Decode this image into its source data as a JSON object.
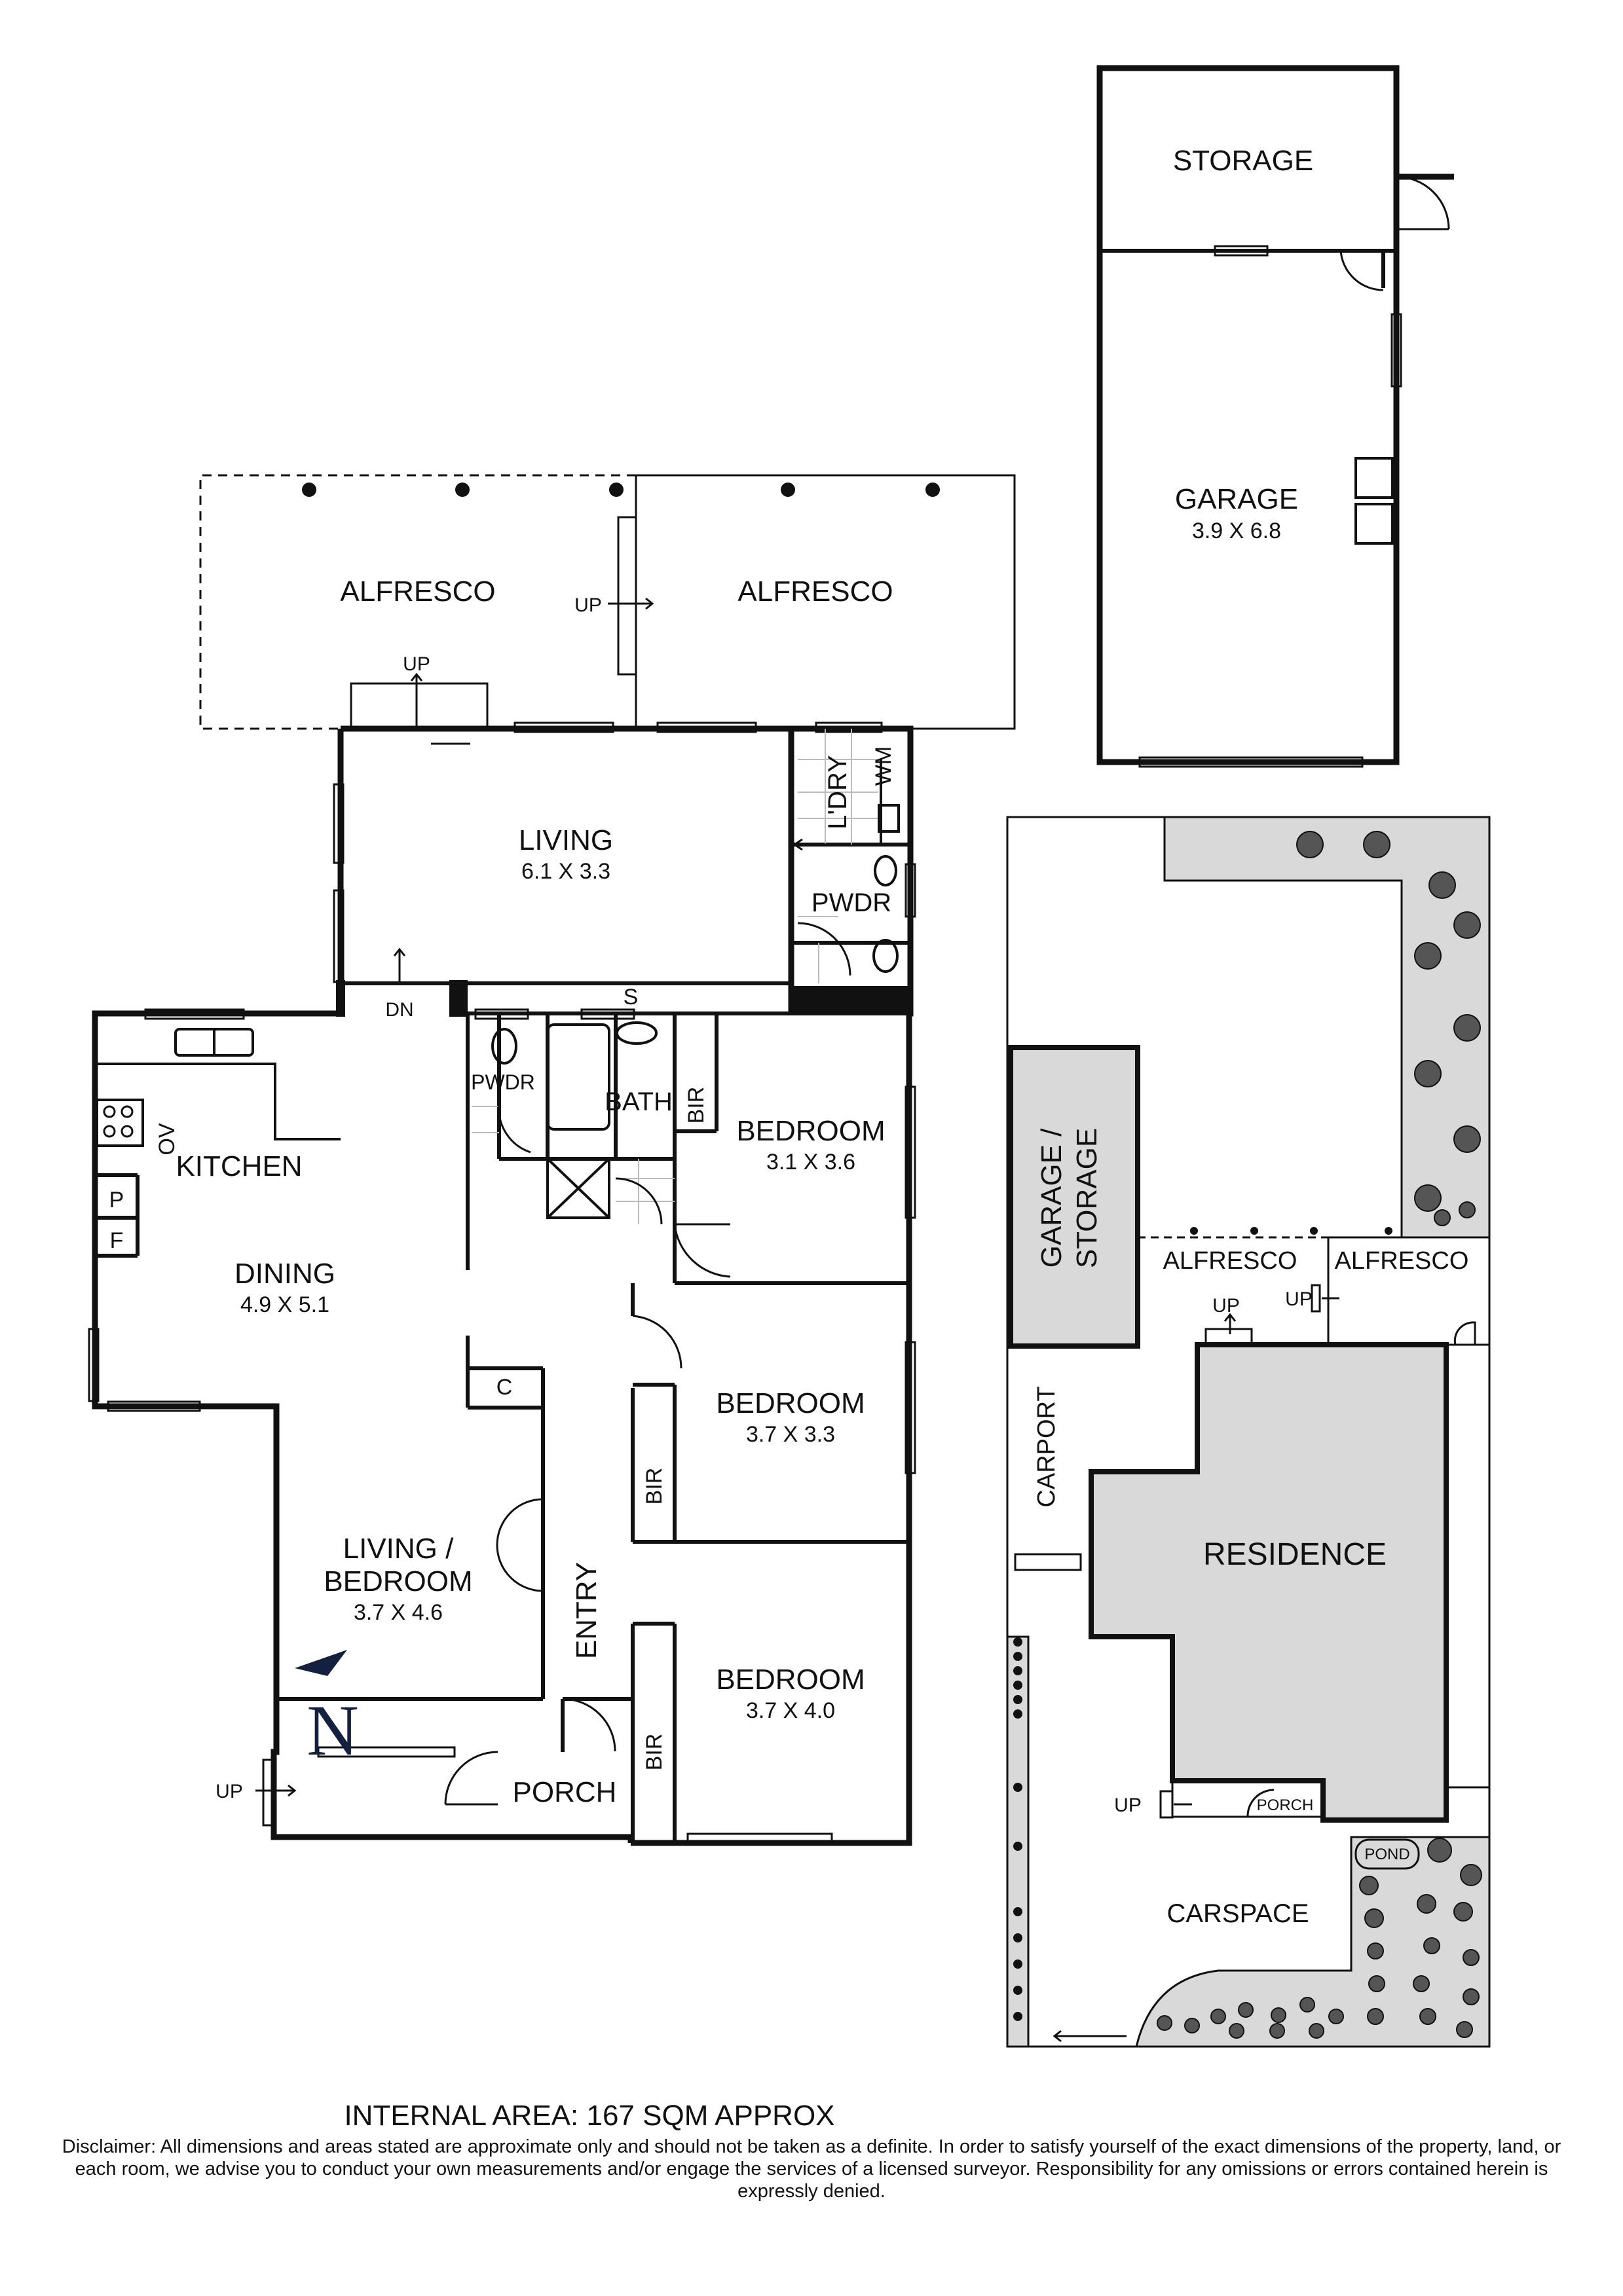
{
  "main_plan": {
    "alfresco_left": "ALFRESCO",
    "alfresco_right": "ALFRESCO",
    "up_alfresco": "UP",
    "up_living": "UP",
    "living": {
      "name": "LIVING",
      "dims": "6.1 X 3.3"
    },
    "laundry": "L'DRY",
    "wm": "WM",
    "pwdr_upper": "PWDR",
    "dn": "DN",
    "s": "S",
    "pwdr_lower": "PWDR",
    "bath": "BATH",
    "bir_1": "BIR",
    "bedroom_1": {
      "name": "BEDROOM",
      "dims": "3.1 X 3.6"
    },
    "ov": "OV",
    "kitchen": "KITCHEN",
    "p": "P",
    "f": "F",
    "dining": {
      "name": "DINING",
      "dims": "4.9 X 5.1"
    },
    "c": "C",
    "bedroom_2": {
      "name": "BEDROOM",
      "dims": "3.7 X 3.3"
    },
    "bir_2": "BIR",
    "living_bedroom": {
      "line1": "LIVING /",
      "line2": "BEDROOM",
      "dims": "3.7 X 4.6"
    },
    "entry": "ENTRY",
    "bedroom_3": {
      "name": "BEDROOM",
      "dims": "3.7 X 4.0"
    },
    "bir_3": "BIR",
    "porch": "PORCH",
    "up_porch": "UP"
  },
  "garage_plan": {
    "storage": "STORAGE",
    "garage": {
      "name": "GARAGE",
      "dims": "3.9 X 6.8"
    }
  },
  "site_plan": {
    "garage_storage_line1": "GARAGE /",
    "garage_storage_line2": "STORAGE",
    "alfresco_left": "ALFRESCO",
    "alfresco_right": "ALFRESCO",
    "up_alfresco": "UP",
    "up_residence": "UP",
    "carport": "CARPORT",
    "residence": "RESIDENCE",
    "up_porch": "UP",
    "porch": "PORCH",
    "pond": "POND",
    "carspace": "CARSPACE"
  },
  "compass": "N",
  "internal_area": "INTERNAL AREA: 167 SQM APPROX",
  "disclaimer": "Disclaimer: All dimensions and areas stated are approximate only and should not be taken as a definite. In order to satisfy yourself of the exact dimensions of the property, land, or each room, we advise you to conduct your own measurements and/or engage the services of a licensed surveyor. Responsibility for any omissions or errors contained herein is expressly denied.",
  "colors": {
    "wall": "#111111",
    "line": "#222222",
    "shade": "#d9d9d9",
    "compass": "#14203f"
  }
}
